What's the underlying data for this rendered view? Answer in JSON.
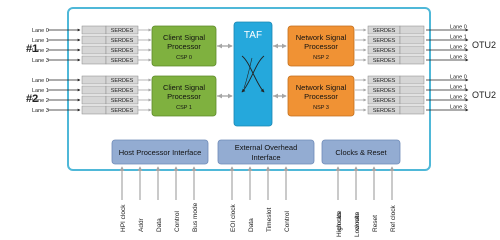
{
  "groups": [
    "#1",
    "#2"
  ],
  "lanes": [
    "Lane 0",
    "Lane 1",
    "Lane 2",
    "Lane 3"
  ],
  "serdes_label": "SERDES",
  "outputs": [
    "OTU2",
    "OTU2"
  ],
  "csp": [
    {
      "title_line1": "Client Signal",
      "title_line2": "Processor",
      "sub": "CSP 0"
    },
    {
      "title_line1": "Client Signal",
      "title_line2": "Processor",
      "sub": "CSP 1"
    }
  ],
  "nsp": [
    {
      "title_line1": "Network Signal",
      "title_line2": "Processor",
      "sub": "NSP 2"
    },
    {
      "title_line1": "Network Signal",
      "title_line2": "Processor",
      "sub": "NSP 3"
    }
  ],
  "taf": "TAF",
  "interfaces": {
    "host": "Host Processor Interface",
    "eoh_line1": "External Overhead",
    "eoh_line2": "Interface",
    "clocks": "Clocks & Reset"
  },
  "signals": {
    "host": [
      "HPI clock",
      "Addr",
      "Data",
      "Control",
      "Bus mode"
    ],
    "eoh": [
      "EOI clock",
      "Data",
      "Timeslot",
      "Control"
    ],
    "clocks": [
      "High rate clocks",
      "Low rate clocks",
      "Reset",
      "Ref clock"
    ]
  },
  "colors": {
    "chip_border": "#4fb8d8",
    "chip_fill": "#ffffff",
    "csp_fill": "#7fb13f",
    "nsp_fill": "#f09234",
    "taf_fill": "#25a8dc",
    "interface_fill": "#93acd2",
    "serdes_fill": "#d6d6d6",
    "arrow": "#a6a6a6"
  }
}
